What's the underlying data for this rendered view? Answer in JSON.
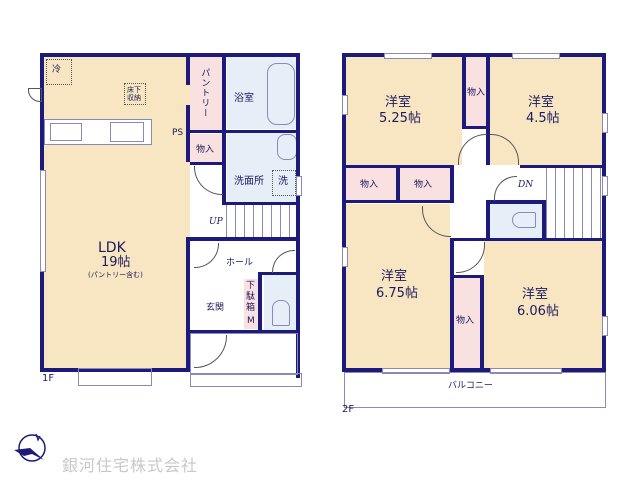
{
  "floor1": {
    "label": "1F",
    "rooms": {
      "ldk": {
        "name": "LDK",
        "size": "19帖",
        "note": "(パントリー含む)"
      },
      "fridge": "冷",
      "underfloor": [
        "床下",
        "収納"
      ],
      "pantry": "パントリー",
      "ps": "PS",
      "storage": "物入",
      "bath": "浴室",
      "washroom": "洗面所",
      "washer": "洗",
      "up": "UP",
      "hall": "ホール",
      "entrance": "玄関",
      "shoebox": [
        "下",
        "駄",
        "箱"
      ],
      "meter": "M"
    }
  },
  "floor2": {
    "label": "2F",
    "rooms": {
      "room1": {
        "name": "洋室",
        "size": "5.25帖"
      },
      "room2": {
        "name": "洋室",
        "size": "4.5帖"
      },
      "room3": {
        "name": "洋室",
        "size": "6.75帖"
      },
      "room4": {
        "name": "洋室",
        "size": "6.06帖"
      },
      "storage": "物入",
      "dn": "DN",
      "balcony": "バルコニー"
    }
  },
  "footer": {
    "company": "銀河住宅株式会社",
    "logo": "bird-logo-icon"
  },
  "colors": {
    "wall": "#1c1a7a",
    "floor": "#f8e6c2",
    "wet": "#e6eef8",
    "storage": "#f9e1e1"
  }
}
